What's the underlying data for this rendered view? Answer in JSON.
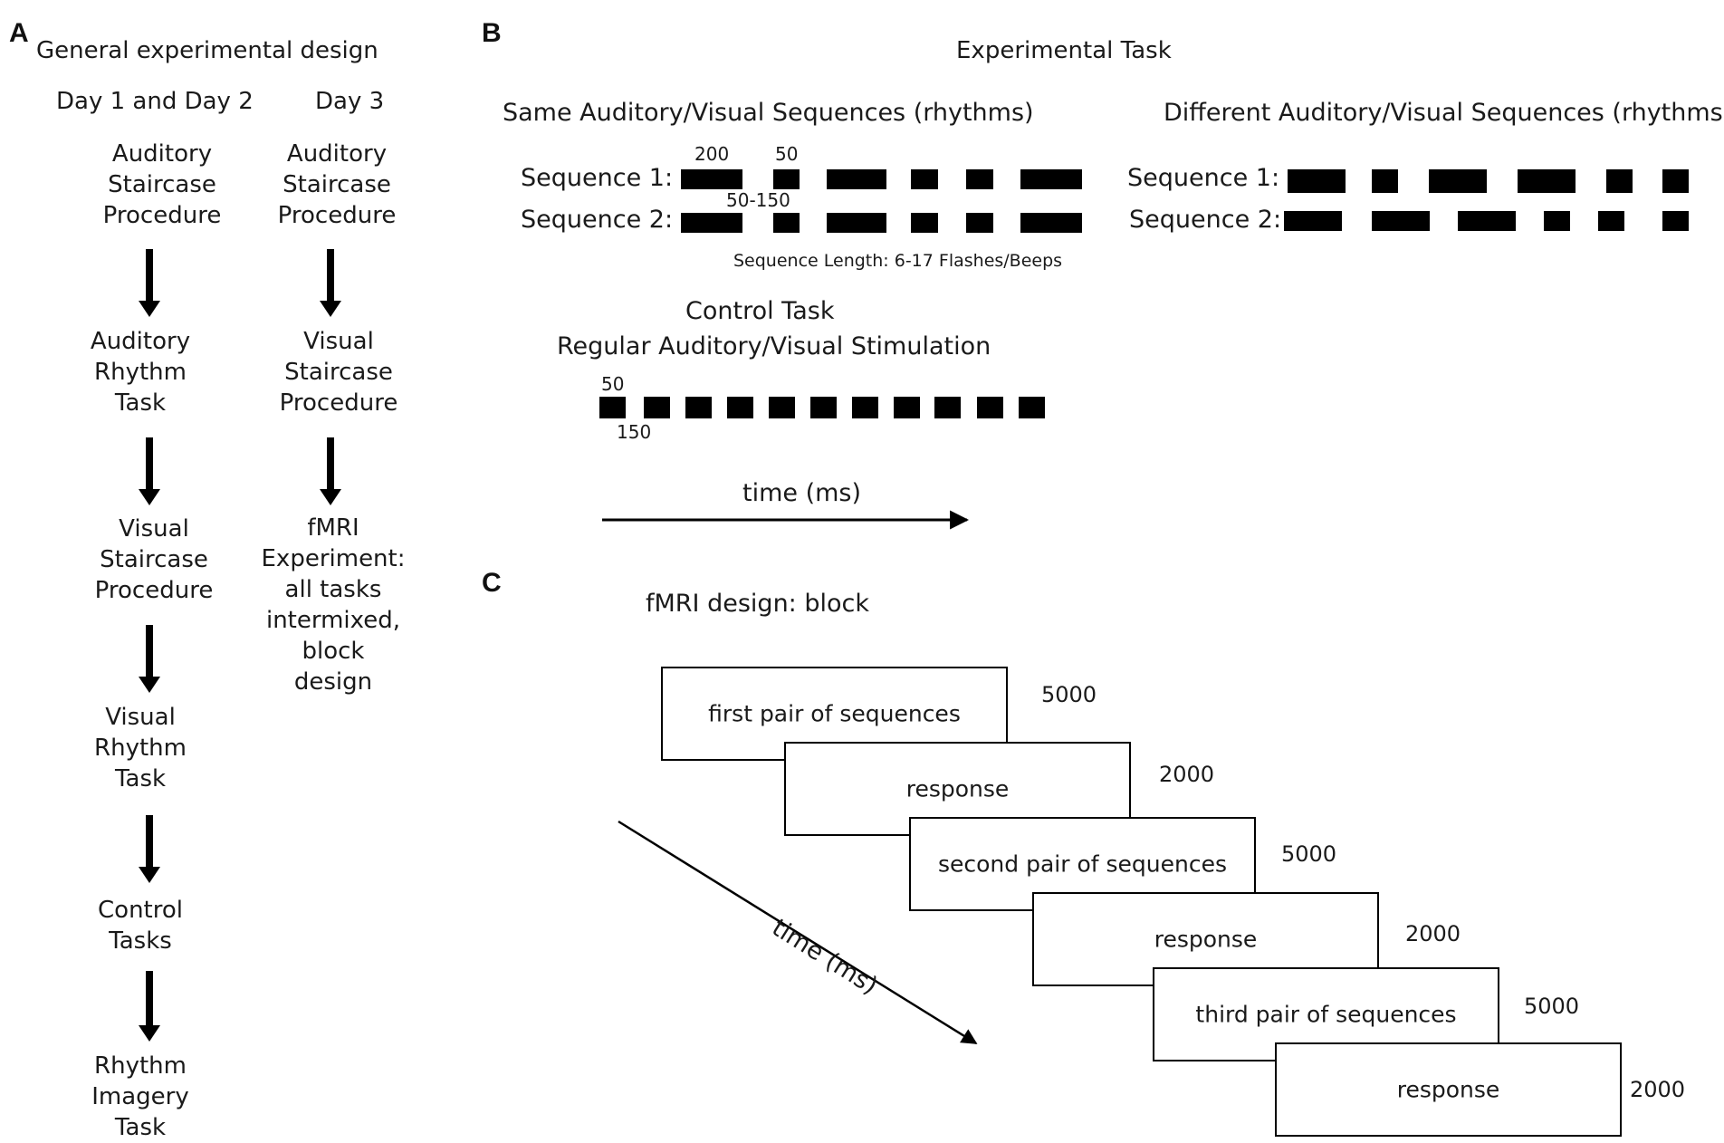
{
  "panels": {
    "a": "A",
    "b": "B",
    "c": "C"
  },
  "panel_a": {
    "title": "General experimental design",
    "col1_header": "Day 1 and Day 2",
    "col2_header": "Day 3",
    "col1_steps": [
      "Auditory\nStaircase\nProcedure",
      "Auditory\nRhythm\nTask",
      "Visual\nStaircase\nProcedure",
      "Visual\nRhythm\nTask",
      "Control\nTasks",
      "Rhythm\nImagery\nTask"
    ],
    "col2_steps": [
      "Auditory\nStaircase\nProcedure",
      "Visual\nStaircase\nProcedure",
      "fMRI\nExperiment:\nall tasks\nintermixed,\nblock\ndesign"
    ]
  },
  "panel_b": {
    "title": "Experimental Task",
    "same_heading": "Same Auditory/Visual Sequences (rhythms)",
    "different_heading": "Different Auditory/Visual Sequences (rhythms)",
    "seq1_label": "Sequence 1:",
    "seq2_label": "Sequence 2:",
    "annot_200": "200",
    "annot_50": "50",
    "annot_50_150": "50-150",
    "sequence_length": "Sequence Length: 6-17 Flashes/Beeps",
    "control_title": "Control Task",
    "control_subtitle": "Regular Auditory/Visual Stimulation",
    "control_annot_50": "50",
    "control_annot_150": "150",
    "time_label": "time (ms)"
  },
  "panel_c": {
    "title": "fMRI design: block",
    "time_label": "time (ms)",
    "blocks": [
      {
        "label": "first pair of sequences",
        "duration": "5000"
      },
      {
        "label": "response",
        "duration": "2000"
      },
      {
        "label": "second pair of sequences",
        "duration": "5000"
      },
      {
        "label": "response",
        "duration": "2000"
      },
      {
        "label": "third pair of sequences",
        "duration": "5000"
      },
      {
        "label": "response",
        "duration": "2000"
      }
    ]
  }
}
